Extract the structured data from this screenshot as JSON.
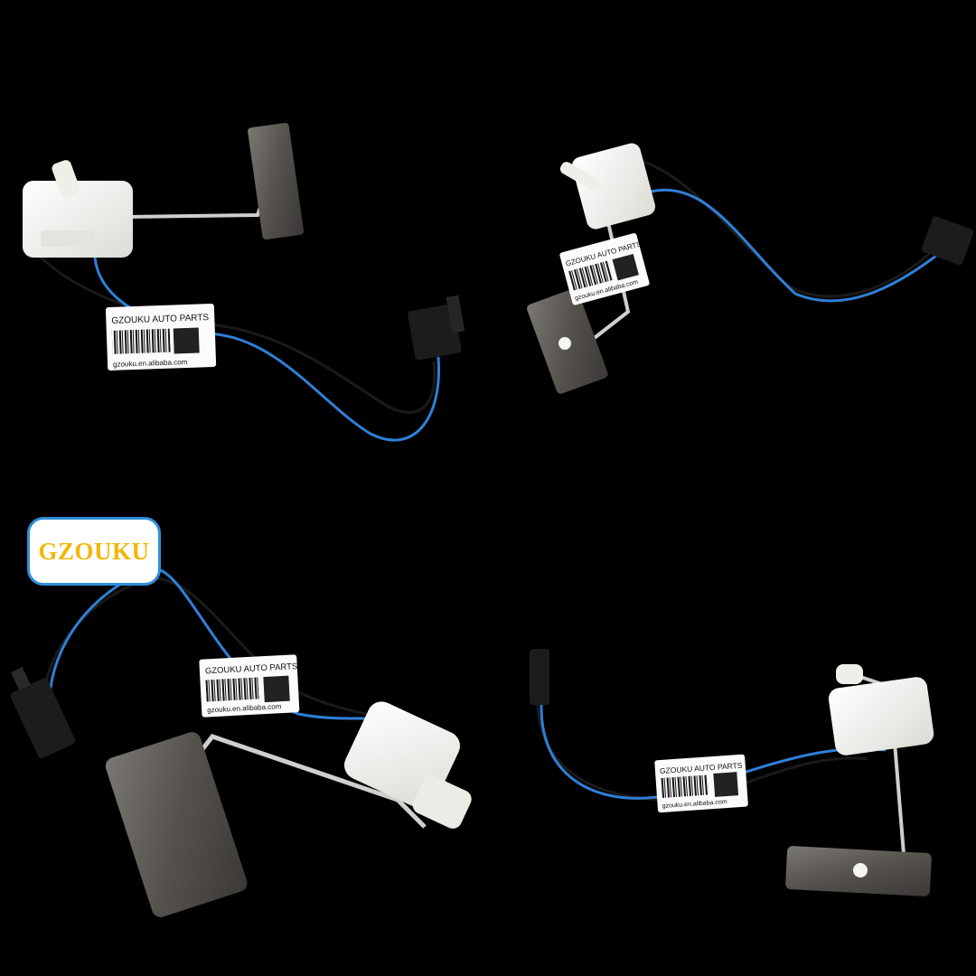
{
  "brand": {
    "logo_text": "GZOUKU",
    "logo_color": "#f2b705",
    "logo_border_color": "#2f8fd8"
  },
  "labels": [
    {
      "title": "GZOUKU AUTO PARTS",
      "url": "gzouku.en.alibaba.com"
    },
    {
      "title": "GZOUKU AUTO PARTS",
      "url": "gzouku.en.alibaba.com"
    },
    {
      "title": "GZOUKU AUTO PARTS",
      "url": "gzouku.en.alibaba.com"
    },
    {
      "title": "GZOUKU AUTO PARTS",
      "url": "gzouku.en.alibaba.com"
    }
  ],
  "colors": {
    "background": "#000000",
    "wire_blue": "#2f7fd6",
    "wire_black": "#1a1a1a",
    "housing": "#f1f1ee",
    "float": "#5c5a57",
    "connector": "#1c1c1c"
  }
}
